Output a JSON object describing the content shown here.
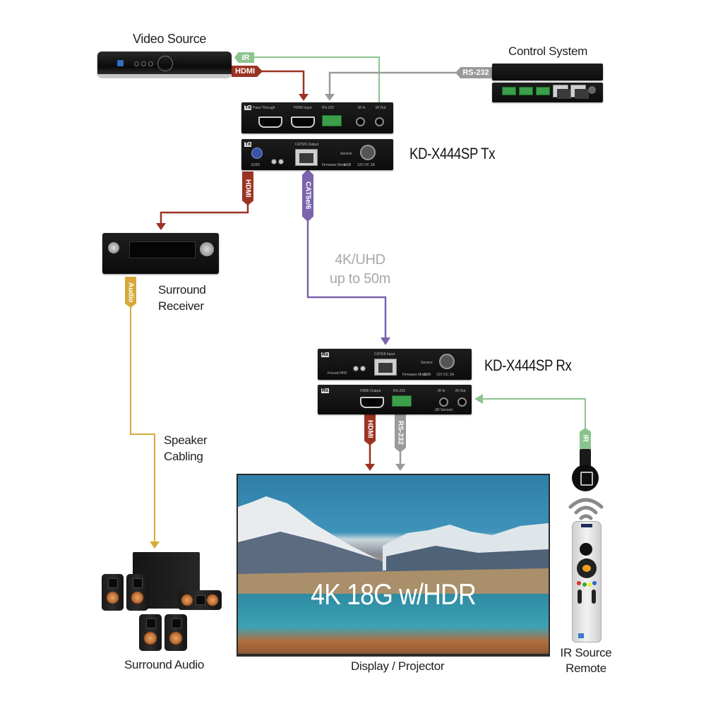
{
  "labels": {
    "video_source": "Video Source",
    "control_system": "Control System",
    "tx_model": "KD-X444SP Tx",
    "rx_model": "KD-X444SP Rx",
    "surround_receiver_line1": "Surround",
    "surround_receiver_line2": "Receiver",
    "speaker_cabling_line1": "Speaker",
    "speaker_cabling_line2": "Cabling",
    "surround_audio": "Surround Audio",
    "display": "Display / Projector",
    "ir_remote_line1": "IR Source",
    "ir_remote_line2": "Remote",
    "distance_line1": "4K/UHD",
    "distance_line2": "up to 50m",
    "screen_caption": "4K 18G w/HDR"
  },
  "cable_tags": {
    "ir_top": "IR",
    "hdmi_top": "HDMI",
    "rs232_top": "RS-232",
    "hdmi_receiver": "HDMI",
    "cat": "CAT5e/6",
    "audio": "Audio",
    "hdmi_display": "HDMI",
    "rs232_display": "RS-232",
    "ir_remote": "IR"
  },
  "tx_front": {
    "badge": "Tx",
    "ports": [
      "Pass-Through",
      "HDMI Input",
      "RS-232",
      "IR In",
      "IR Out"
    ]
  },
  "tx_rear": {
    "badge": "Tx",
    "ports": [
      "CAT5/6 Output",
      "EDID",
      "Firmware Mode",
      "Service",
      "USB",
      "12V DC 2A"
    ]
  },
  "rx_front": {
    "badge": "Rx",
    "ports": [
      "CAT5/6 Input",
      "Forced HPD",
      "Firmware Mode",
      "Service",
      "USB",
      "12V DC 2A"
    ]
  },
  "rx_rear": {
    "badge": "Rx",
    "ports": [
      "HDMI Output",
      "RS-232",
      "IR In",
      "IR Out",
      "(IR Sensor)"
    ]
  },
  "colors": {
    "hdmi": "#9b3322",
    "ir": "#8cc48f",
    "rs232": "#9a9a9a",
    "cat": "#7b63ad",
    "audio": "#d6a93a",
    "distance_text": "#a8a8a8"
  }
}
